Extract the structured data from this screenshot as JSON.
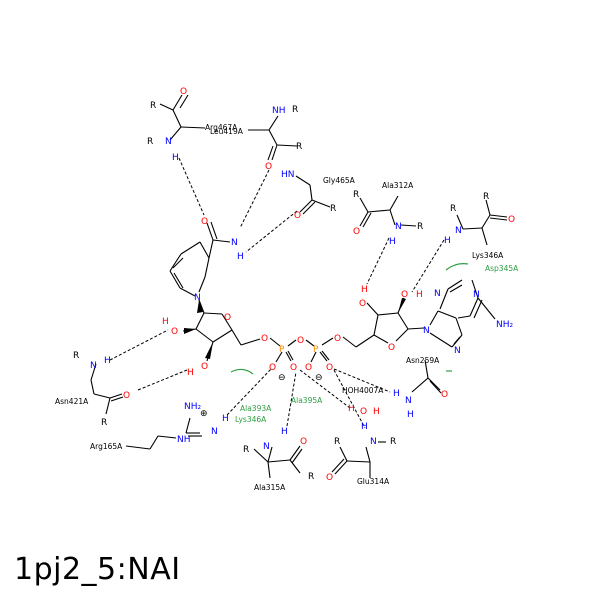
{
  "title": "1pj2_5:NAI",
  "colors": {
    "bond": "#000000",
    "nitrogen": "#0000ff",
    "oxygen": "#ff0000",
    "hydrophobic": "#2f9e44"
  },
  "residues": {
    "arg467": "Arg467A",
    "leu419": "Leu419A",
    "gly465": "Gly465A",
    "ala312": "Ala312A",
    "lys346_top": "Lys346A",
    "asp345": "Asp345A",
    "asn421": "Asn421A",
    "asn259": "Asn259A",
    "hoh4007": "HOH4007A",
    "ala393": "Ala393A",
    "lys346_bottom": "Lys346A",
    "ala395": "Ala395A",
    "arg165": "Arg165A",
    "ala315": "Ala315A",
    "glu314": "Glu314A"
  },
  "atoms": {
    "r": "R",
    "n": "N",
    "o": "O",
    "h": "H",
    "nh": "NH",
    "hn": "HN",
    "p": "P",
    "nh2": "NH₂",
    "minus": "⊖",
    "plus": "⊕"
  }
}
